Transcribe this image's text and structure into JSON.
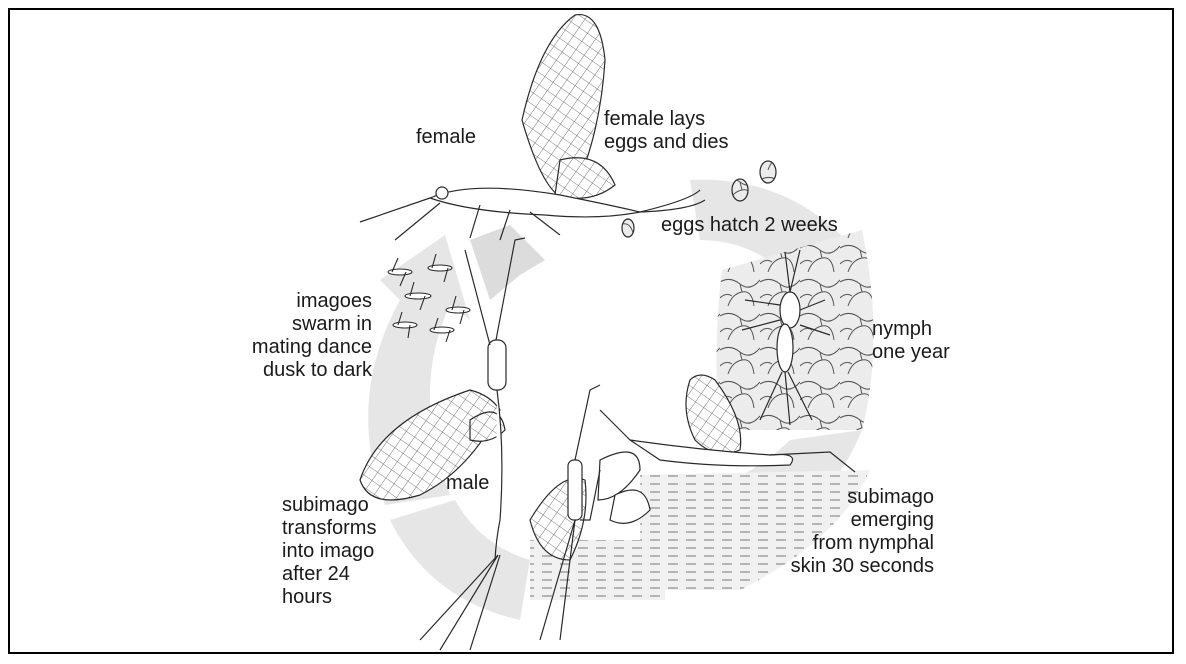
{
  "labels": {
    "female": "female",
    "female_lays": "female lays\neggs and dies",
    "eggs_hatch": "eggs hatch 2 weeks",
    "nymph": "nymph\none year",
    "subimago_emerging": "subimago\nemerging\nfrom nymphal\nskin 30 seconds",
    "male": "male",
    "subimago_transforms": "subimago\ntransforms\ninto imago\nafter 24\nhours",
    "imagoes": "imagoes\nswarm in\nmating dance\ndusk to dark"
  },
  "colors": {
    "cycle_arrow": "#e6e6e6",
    "line_art": "#2a2a2a",
    "border": "#000000"
  }
}
